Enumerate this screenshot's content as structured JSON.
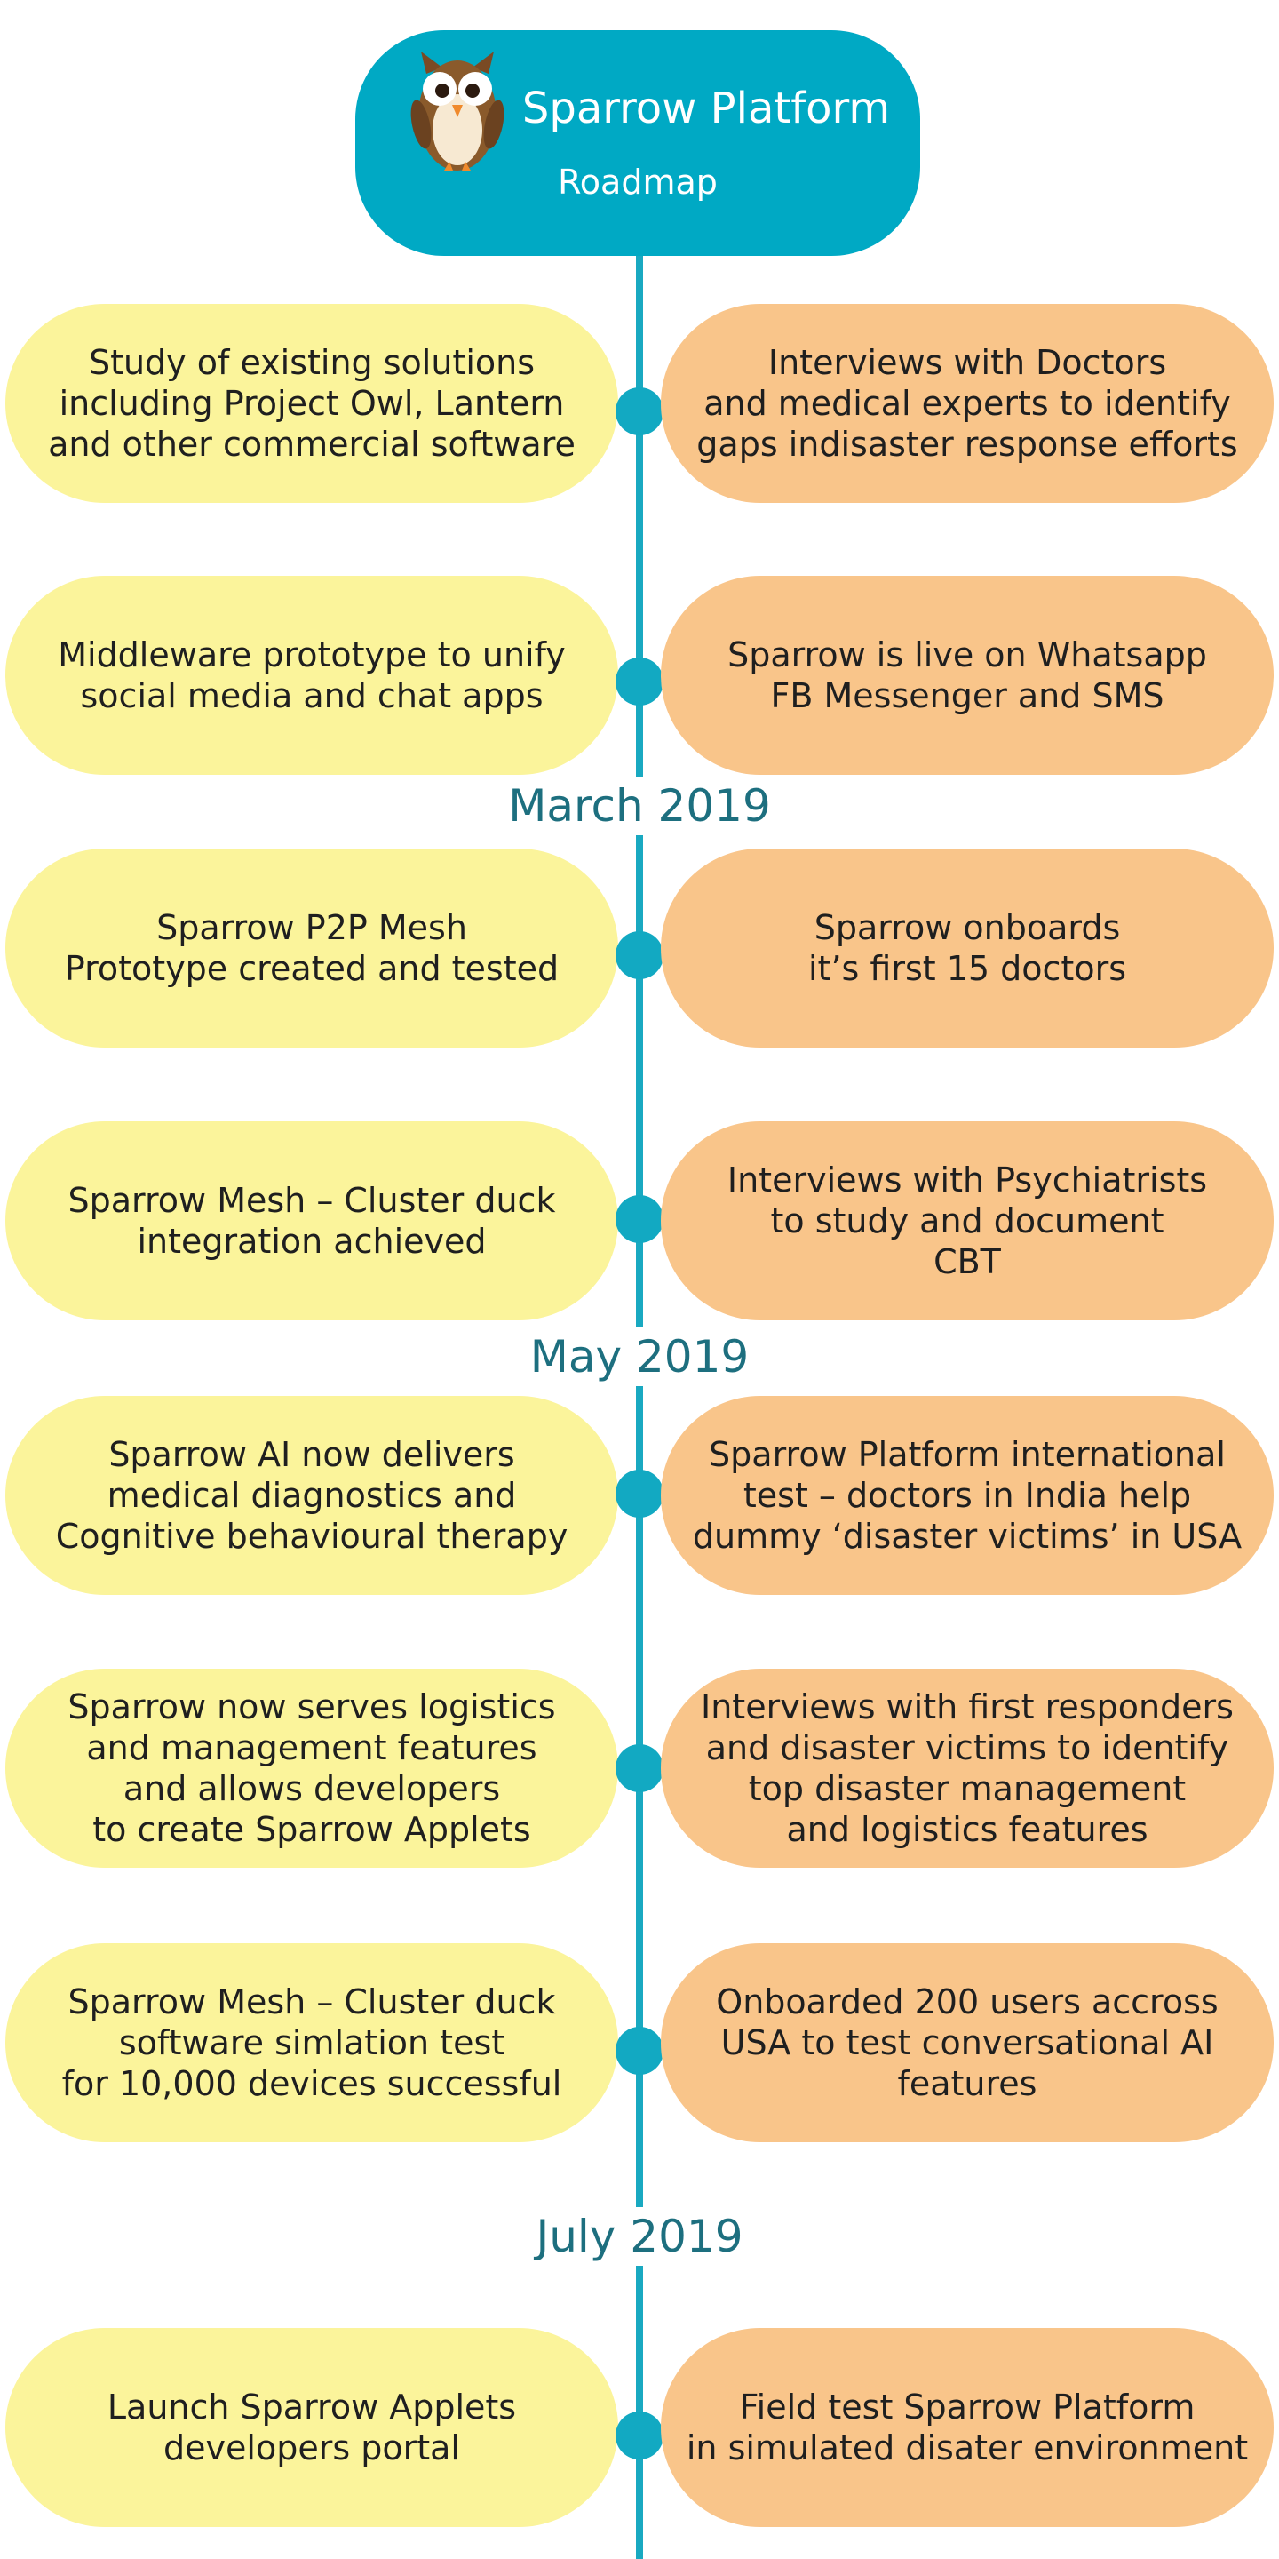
{
  "header": {
    "title": "Sparrow Platform",
    "subtitle": "Roadmap"
  },
  "colors": {
    "header_bg": "#00a9c4",
    "spine": "#19a9c1",
    "node": "#12a9c2",
    "left_pill": "#fbf49b",
    "right_pill": "#f9c58a",
    "milestone_text": "#1d6f7f"
  },
  "milestones": [
    "March 2019",
    "May 2019",
    "July 2019"
  ],
  "rows": [
    {
      "left": "Study of existing solutions\nincluding Project Owl, Lantern\nand other commercial software",
      "right": "Interviews with Doctors\nand medical experts to identify\ngaps indisaster response efforts"
    },
    {
      "left": "Middleware prototype to unify\nsocial media and chat apps",
      "right": "Sparrow is live on Whatsapp\nFB Messenger and SMS"
    },
    {
      "left": "Sparrow P2P Mesh\nPrototype created and tested",
      "right": "Sparrow onboards\nit’s first 15 doctors"
    },
    {
      "left": "Sparrow Mesh – Cluster duck\nintegration achieved",
      "right": "Interviews with Psychiatrists\nto study and document\nCBT"
    },
    {
      "left": "Sparrow AI now delivers\nmedical diagnostics and\nCognitive behavioural therapy",
      "right": "Sparrow Platform international\ntest – doctors in India help\ndummy ‘disaster victims’ in USA"
    },
    {
      "left": "Sparrow now serves logistics\nand management features\nand allows developers\nto create Sparrow Applets",
      "right": "Interviews with first responders\nand disaster victims to identify\ntop disaster management\nand logistics features"
    },
    {
      "left": "Sparrow Mesh – Cluster duck\nsoftware simlation test\nfor 10,000 devices successful",
      "right": "Onboarded 200 users accross\nUSA to test conversational AI\nfeatures"
    },
    {
      "left": "Launch Sparrow Applets\ndevelopers portal",
      "right": "Field test Sparrow Platform\nin simulated disater environment"
    }
  ],
  "icons": {
    "logo": "owl-icon"
  }
}
